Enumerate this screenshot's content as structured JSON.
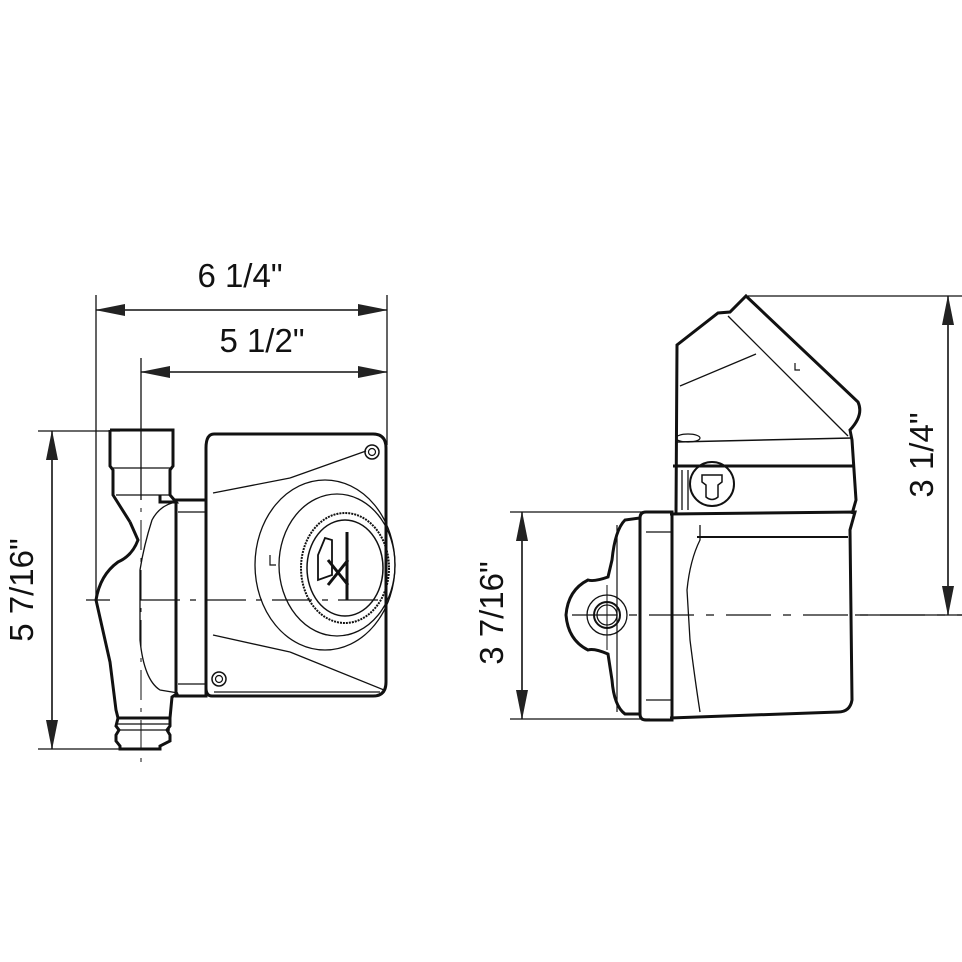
{
  "diagram": {
    "type": "technical dimension drawing",
    "subject": "circulator pump",
    "views": [
      {
        "name": "front-view",
        "description": "Pump viewed from front with inlet/outlet pipe and motor head with dial"
      },
      {
        "name": "side-view",
        "description": "Pump viewed from side with terminal box and pipe port"
      }
    ],
    "colors": {
      "line": "#111111",
      "background": "#ffffff"
    }
  },
  "dimensions": {
    "overall_width": "6 1/4\"",
    "body_width": "5 1/2\"",
    "overall_height": "5 7/16\"",
    "side_body_height": "3 7/16\"",
    "side_head_height": "3 1/4\""
  }
}
